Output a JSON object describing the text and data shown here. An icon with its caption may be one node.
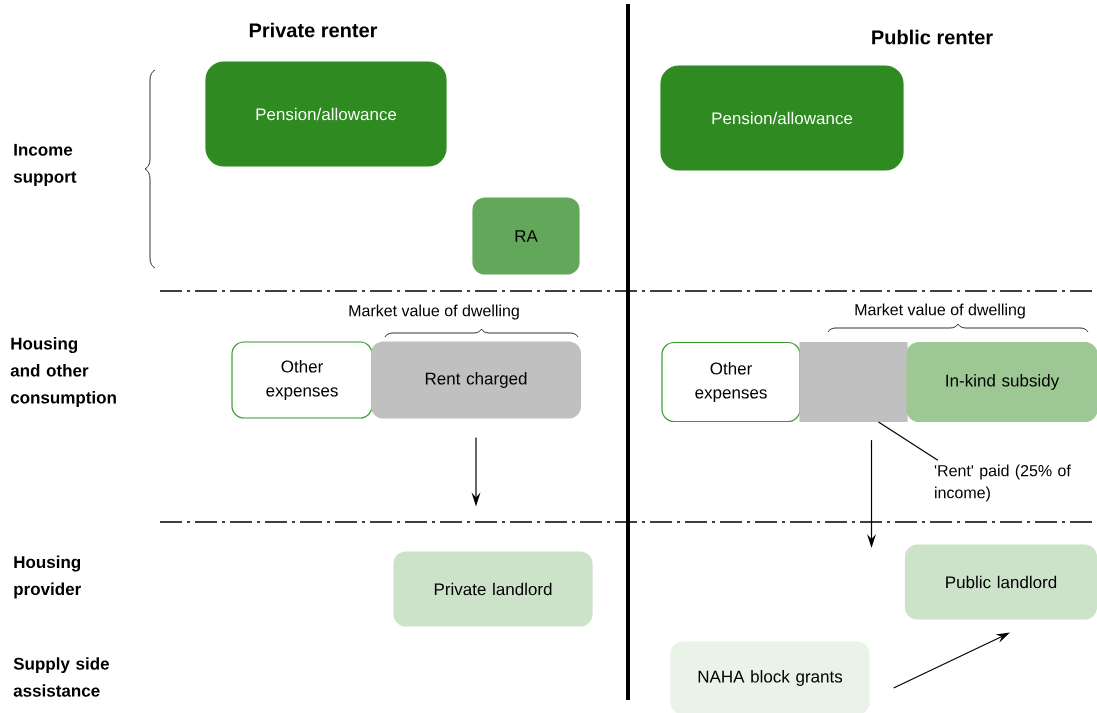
{
  "diagram": {
    "nodes": [
      {
        "text": [
          "Pension/allowance"
        ]
      },
      {
        "text": [
          "RA"
        ]
      },
      {
        "text": [
          "Other expenses"
        ]
      },
      {
        "text": [
          "Rent charged"
        ]
      },
      {
        "text": [
          "Private landlord"
        ]
      },
      {
        "text": [
          "Pension/allowance"
        ]
      },
      {
        "text": [
          "Other expenses"
        ]
      },
      {
        "text": [],
        "shape": "box"
      },
      {
        "text": [
          "In-kind subsidy"
        ]
      },
      {
        "text": [
          "'Rent' paid (25% of income)"
        ]
      },
      {
        "text": [
          "Public landlord"
        ]
      },
      {
        "text": [
          "NAHA block grants"
        ]
      }
    ],
    "edges": [
      {
        "from": 3,
        "to": 4,
        "arrow": "to"
      },
      {
        "from": 7,
        "to": null,
        "arrow": "to"
      },
      {
        "from": 11,
        "to": 10,
        "arrow": "to"
      },
      {
        "from": 9,
        "to": 7,
        "arrow": "none"
      }
    ],
    "labels": [
      "Private renter",
      "Public renter",
      "Income support",
      "Market value of dwelling",
      "Market value of dwelling",
      "Housing and other consumption",
      "Housing provider",
      "Supply side assistance"
    ]
  }
}
